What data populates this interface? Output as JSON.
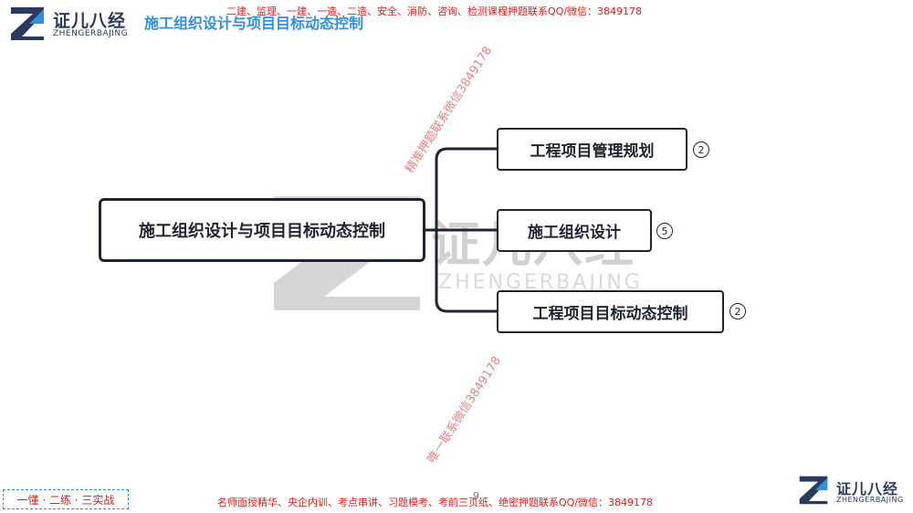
{
  "header": {
    "brand_name": "证儿八经",
    "brand_sub": "ZHENGERBAJING",
    "title": "施工组织设计与项目目标动态控制",
    "banner": "二建、监理、一建、一造、二造、安全、消防、咨询、检测课程押题联系QQ/微信：3849178"
  },
  "mindmap": {
    "root": "施工组织设计与项目目标动态控制",
    "children": [
      {
        "label": "工程项目管理规划",
        "count": "2"
      },
      {
        "label": "施工组织设计",
        "count": "5"
      },
      {
        "label": "工程项目目标动态控制",
        "count": "2"
      }
    ]
  },
  "watermarks": {
    "center_text": "证儿八经",
    "center_sub": "ZHENGERBAJING",
    "diag_1": "精准押题联系微信3849178",
    "diag_2": "唯一联系微信3849178"
  },
  "footer": {
    "tag": "一懂 · 二练 · 三实战",
    "banner": "名师面授精华、央企内训、考点串讲、习题模考、考前三页纸、绝密押题联系QQ/微信：3849178",
    "page_number": "9",
    "brand_name": "证儿八经",
    "brand_sub": "ZHENGERBAJING"
  },
  "colors": {
    "brand_blue": "#2f8fe0",
    "brand_dark": "#2a3a5c",
    "banner_red": "#e0201c",
    "node_border": "#1e2430"
  }
}
